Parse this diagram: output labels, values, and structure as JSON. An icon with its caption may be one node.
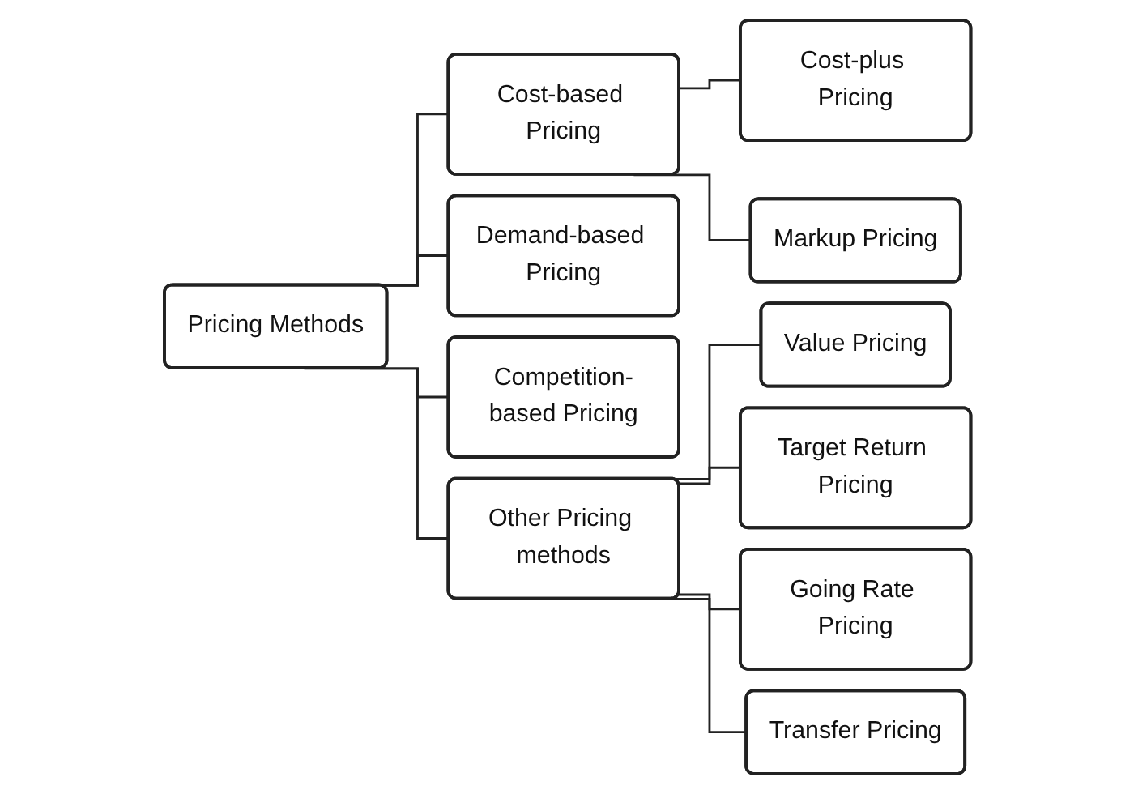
{
  "diagram": {
    "nodes": [
      {
        "text": [
          "Pricing Methods"
        ]
      },
      {
        "text": [
          "Cost-based Pricing"
        ]
      },
      {
        "text": [
          "Demand-based Pricing"
        ]
      },
      {
        "text": [
          "Competition-based Pricing"
        ]
      },
      {
        "text": [
          "Other Pricing methods"
        ]
      },
      {
        "text": [
          "Cost-plus Pricing"
        ]
      },
      {
        "text": [
          "Markup Pricing"
        ]
      },
      {
        "text": [
          "Value Pricing"
        ]
      },
      {
        "text": [
          "Target Return Pricing"
        ]
      },
      {
        "text": [
          "Going Rate Pricing"
        ]
      },
      {
        "text": [
          "Transfer Pricing"
        ]
      }
    ],
    "edges": [
      {
        "from": 0,
        "to": 1,
        "arrow": "none"
      },
      {
        "from": 0,
        "to": 2,
        "arrow": "none"
      },
      {
        "from": 0,
        "to": 3,
        "arrow": "none"
      },
      {
        "from": 0,
        "to": 4,
        "arrow": "none"
      },
      {
        "from": 1,
        "to": 5,
        "arrow": "none"
      },
      {
        "from": 1,
        "to": 6,
        "arrow": "none"
      },
      {
        "from": 4,
        "to": 7,
        "arrow": "none"
      },
      {
        "from": 4,
        "to": 8,
        "arrow": "none"
      },
      {
        "from": 4,
        "to": 9,
        "arrow": "none"
      },
      {
        "from": 4,
        "to": 10,
        "arrow": "none"
      }
    ]
  }
}
